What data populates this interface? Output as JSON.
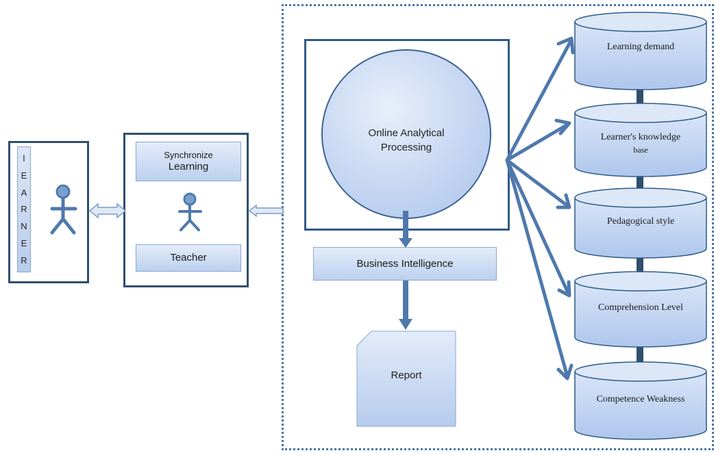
{
  "learner": {
    "letters": [
      "l",
      "E",
      "A",
      "R",
      "N",
      "E",
      "R"
    ]
  },
  "synchronize": {
    "line1": "Synchronize",
    "line2": "Learning"
  },
  "teacher": {
    "label": "Teacher"
  },
  "olap": {
    "line1": "Online Analytical",
    "line2": "Processing"
  },
  "bi": {
    "label": "Business Intelligence"
  },
  "report": {
    "label": "Report"
  },
  "databases": [
    {
      "line1": "Learning demand",
      "line2": ""
    },
    {
      "line1": "Learner's knowledge",
      "line2": "base"
    },
    {
      "line1": "Pedagogical style",
      "line2": ""
    },
    {
      "line1": "Comprehension Level",
      "line2": ""
    },
    {
      "line1": "Competence Weakness",
      "line2": ""
    }
  ],
  "colors": {
    "accent": "#4f79ad",
    "frame": "#2f4f6f",
    "fill_light": "#e3ecf9",
    "fill_dark": "#bcd0ef"
  }
}
